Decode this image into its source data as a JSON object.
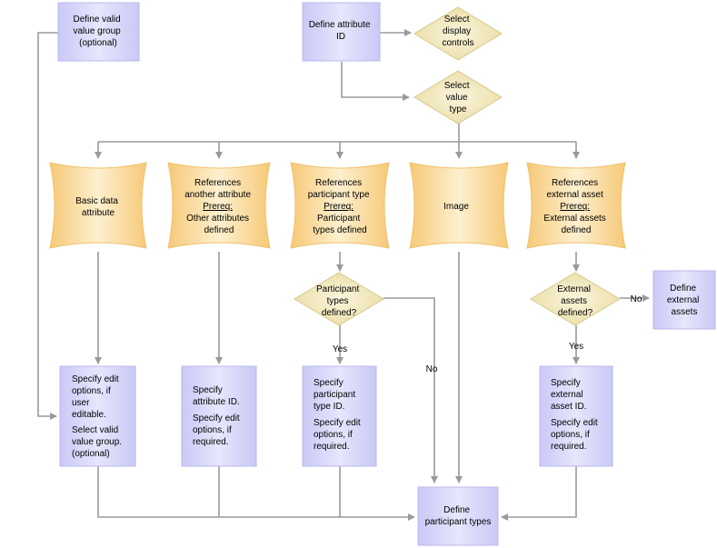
{
  "boxes": {
    "define_valid_value_group": [
      "Define valid",
      "value group",
      "(optional)"
    ],
    "define_attribute_id": [
      "Define attribute",
      "ID"
    ],
    "define_external_assets": [
      "Define",
      "external",
      "assets"
    ],
    "specify_edit_options": [
      "Specify edit",
      "options, if",
      "user",
      "editable.",
      "Select valid",
      "value group.",
      "(optional)"
    ],
    "specify_attribute_id": [
      "Specify",
      "attribute ID.",
      "Specify edit",
      "options, if",
      "required."
    ],
    "specify_participant_type_id": [
      "Specify",
      "participant",
      "type ID.",
      "Specify edit",
      "options, if",
      "required."
    ],
    "specify_external_asset_id": [
      "Specify",
      "external",
      "asset ID.",
      "Specify edit",
      "options, if",
      "required."
    ],
    "define_participant_types": [
      "Define",
      "participant types"
    ]
  },
  "decisions": {
    "select_display_controls": [
      "Select",
      "display",
      "controls"
    ],
    "select_value_type": [
      "Select",
      "value",
      "type"
    ],
    "participant_types_defined": [
      "Participant",
      "types",
      "defined?"
    ],
    "external_assets_defined": [
      "External",
      "assets",
      "defined?"
    ]
  },
  "value_types": {
    "basic_data_attribute": [
      "Basic data",
      "attribute"
    ],
    "references_another_attribute": [
      "References",
      "another attribute",
      "Prereq:",
      "Other attributes",
      "defined"
    ],
    "references_participant_type": [
      "References",
      "participant type",
      "Prereq:",
      "Participant",
      "types defined"
    ],
    "image": [
      "Image"
    ],
    "references_external_asset": [
      "References",
      "external asset",
      "Prereq:",
      "External assets",
      "defined"
    ]
  },
  "edge_labels": {
    "yes": "Yes",
    "no": "No"
  },
  "colors": {
    "box_fill": "#d9d9fb",
    "box_shadow": "#b9b9ef",
    "decision_fill": "#f2e7ba",
    "decision_stroke": "#d6c88a",
    "value_type_fill": "#f8d58a",
    "value_type_center": "#fdf0cf",
    "edge": "#9a9a9a"
  }
}
